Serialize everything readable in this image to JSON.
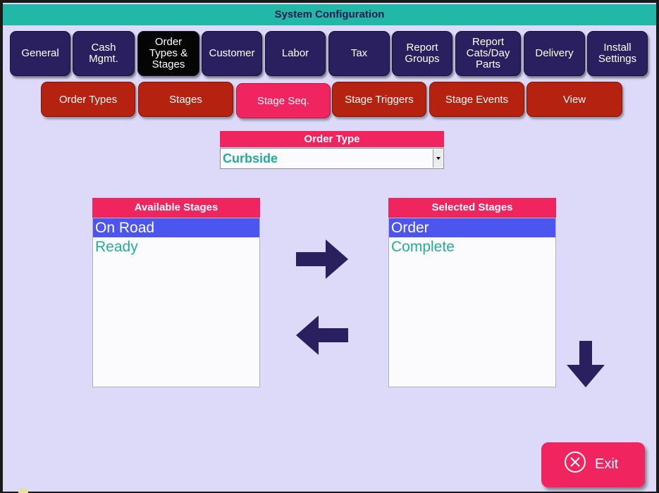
{
  "window": {
    "title": "System Configuration"
  },
  "tabs": [
    {
      "id": "general",
      "label": "General",
      "active": false
    },
    {
      "id": "cash",
      "label": "Cash\nMgmt.",
      "active": false
    },
    {
      "id": "order-types",
      "label": "Order\nTypes &\nStages",
      "active": true
    },
    {
      "id": "customer",
      "label": "Customer",
      "active": false
    },
    {
      "id": "labor",
      "label": "Labor",
      "active": false
    },
    {
      "id": "tax",
      "label": "Tax",
      "active": false
    },
    {
      "id": "report-groups",
      "label": "Report\nGroups",
      "active": false
    },
    {
      "id": "report-cats",
      "label": "Report\nCats/Day\nParts",
      "active": false
    },
    {
      "id": "delivery",
      "label": "Delivery",
      "active": false
    },
    {
      "id": "install",
      "label": "Install\nSettings",
      "active": false
    }
  ],
  "subtabs": [
    {
      "id": "order-types",
      "label": "Order Types",
      "active": false
    },
    {
      "id": "stages",
      "label": "Stages",
      "active": false
    },
    {
      "id": "stage-seq",
      "label": "Stage Seq.",
      "active": true
    },
    {
      "id": "stage-triggers",
      "label": "Stage Triggers",
      "active": false
    },
    {
      "id": "stage-events",
      "label": "Stage Events",
      "active": false
    },
    {
      "id": "view",
      "label": "View",
      "active": false
    }
  ],
  "order_type": {
    "header": "Order Type",
    "value": "Curbside"
  },
  "available": {
    "header": "Available Stages",
    "items": [
      "On Road",
      "Ready"
    ],
    "selected_index": 0
  },
  "selected": {
    "header": "Selected Stages",
    "items": [
      "Order",
      "Complete"
    ],
    "selected_index": 0
  },
  "icons": {
    "move_right": "arrow-right-icon",
    "move_left": "arrow-left-icon",
    "move_down": "arrow-down-icon",
    "exit": "circle-x-icon"
  },
  "exit": {
    "label": "Exit"
  },
  "colors": {
    "title_bar": "#22b8a8",
    "tab": "#2a2060",
    "tab_active": "#050505",
    "subtab": "#b52210",
    "accent": "#f0245e",
    "list_text": "#20ae98",
    "list_selected": "#4c55f0"
  }
}
